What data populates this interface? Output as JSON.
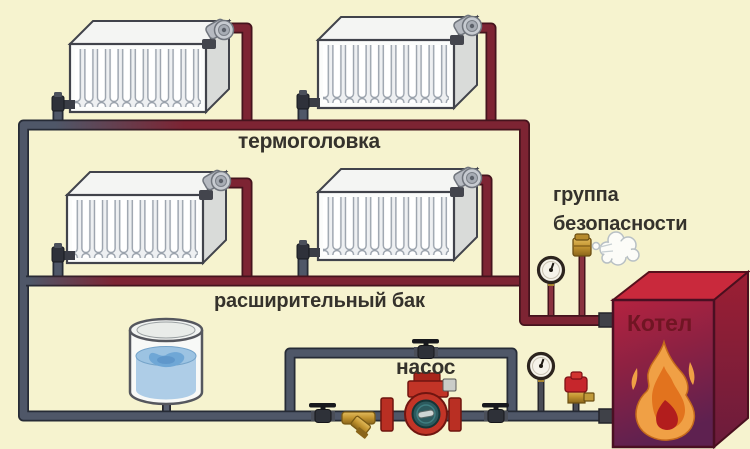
{
  "labels": {
    "thermo_head": "термоголовка",
    "expansion_tank": "расширительный бак",
    "safety_group_line1": "группа",
    "safety_group_line2": "безопасности",
    "pump": "насос",
    "boiler": "Котел"
  },
  "colors": {
    "background": "#f6f3cf",
    "supply_pipe": "#7d2433",
    "return_pipe": "#4f5768",
    "boiler_red": "#b42340",
    "pump_red": "#c23427",
    "water_blue": "#aecde7",
    "brass": "#d1a53c",
    "flame_orange": "#f0a045"
  },
  "components": {
    "radiators": 4,
    "thermostatic_heads": 4,
    "radiator_valves": 4,
    "ball_valves": 3,
    "pressure_gauges": 2,
    "air_vents": 1,
    "safety_valves": 1,
    "pumps": 1,
    "expansion_tanks": 1,
    "boilers": 1
  }
}
